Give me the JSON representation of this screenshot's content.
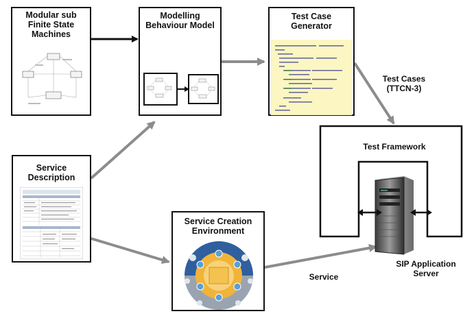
{
  "boxes": {
    "fsm": "Modular sub\nFinite State\nMachines",
    "model": "Modelling\nBehaviour Model",
    "generator": "Test Case\nGenerator",
    "service_desc": "Service\nDescription",
    "sce": "Service Creation\nEnvironment",
    "framework": "Test Framework"
  },
  "labels": {
    "test_cases": "Test Cases\n(TTCN-3)",
    "service": "Service",
    "sip_server": "SIP Application\nServer"
  },
  "colors": {
    "black_arrow": "#111111",
    "gray_arrow": "#8c8c8c",
    "code_bg": "#fbf6c2",
    "sce_outer": "#9aa4b0",
    "sce_ring": "#f0b43a",
    "sce_core": "#5a9fd4"
  }
}
